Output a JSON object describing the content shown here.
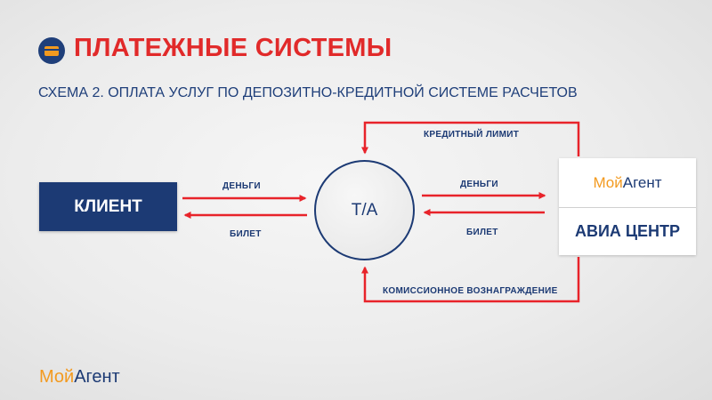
{
  "header": {
    "title": "ПЛАТЕЖНЫЕ СИСТЕМЫ",
    "subtitle": "СХЕМА 2. ОПЛАТА УСЛУГ ПО ДЕПОЗИТНО-КРЕДИТНОЙ СИСТЕМЕ РАСЧЕТОВ",
    "icon": "card-icon"
  },
  "nodes": {
    "client": "КЛИЕНТ",
    "travel_agent": "Т/А",
    "partner_logo": {
      "part1": "Мой",
      "part2": "Агент"
    },
    "partner_name": "АВИА ЦЕНТР"
  },
  "flows": {
    "money_left": "ДЕНЬГИ",
    "ticket_left": "БИЛЕТ",
    "money_right": "ДЕНЬГИ",
    "ticket_right": "БИЛЕТ",
    "credit_limit": "КРЕДИТНЫЙ ЛИМИТ",
    "commission": "КОМИССИОННОЕ ВОЗНАГРАЖДЕНИЕ"
  },
  "footer": {
    "logo": {
      "part1": "Мой",
      "part2": "Агент"
    }
  },
  "colors": {
    "accent_red": "#e12a2a",
    "navy": "#1c3a74",
    "orange": "#f39a1f",
    "arrow_red": "#e8232a"
  }
}
